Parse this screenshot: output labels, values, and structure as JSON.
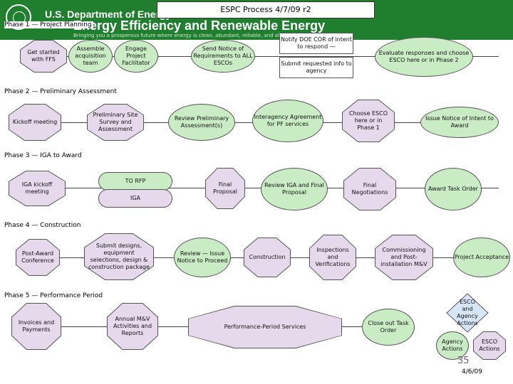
{
  "title": "ESPC Process  4/7/09 r2",
  "banner": {
    "doe": "U.S. Department of Energy",
    "eere": "Energy Efficiency and Renewable Energy",
    "tagline": "Bringing you a prosperous future where energy is clean, abundant, reliable, and affordable"
  },
  "phases": {
    "p1": "Phase 1 — Project Planning",
    "p2": "Phase 2 — Preliminary Assessment",
    "p3": "Phase 3 — IGA to Award",
    "p4": "Phase 4 — Construction",
    "p5": "Phase 5 — Performance Period"
  },
  "nodes": {
    "get_started": "Get started with FFS",
    "assemble_team": "Assemble acquisition team",
    "engage_facilitator": "Engage Project Facilitator",
    "send_notice": "Send Notice of Requirements to ALL ESCOs",
    "notify_doe": "Notify DOE COR of intent to respond —",
    "submit_info": "Submit requested info to agency",
    "evaluate": "Evaluate responses and choose ESCO here or in Phase 2",
    "kickoff": "Kickoff meeting",
    "prelim_site": "Preliminary Site Survey and Assessment",
    "review_prelim": "Review Preliminary Assessment(s)",
    "interagency": "Interagency Agreement for PF services",
    "choose_esco": "Choose ESCO here or in Phase 1",
    "issue_notice_award": "Issue Notice of Intent to Award",
    "iga_kickoff": "IGA kickoff meeting",
    "to_rfp": "TO RFP",
    "iga": "IGA",
    "final_proposal": "Final Proposal",
    "review_iga": "Review IGA and Final Proposal",
    "final_negotiations": "Final Negotiations",
    "award_task_order": "Award Task Order",
    "post_award": "Post-Award Conference",
    "submit_designs": "Submit designs, equipment selections, design & construction package",
    "review_issue_notice": "Review — Issue Notice to Proceed",
    "construction": "Construction",
    "inspections": "Inspections and Verifications",
    "commissioning": "Commissioning and Post-installation M&V",
    "project_acceptance": "Project Acceptance",
    "invoices": "Invoices and Payments",
    "annual_mv": "Annual M&V Activities and Reports",
    "performance_services": "Performance-Period Services",
    "close_out": "Close out Task Order",
    "esco_agency_actions": "ESCO and Agency Actions",
    "agency_actions": "Agency Actions",
    "esco_actions": "ESCO Actions"
  },
  "footer": {
    "page_number": "35",
    "date": "4/6/09"
  },
  "colors": {
    "esco_node": "#e6d9ec",
    "agency_node": "#c9ecc4",
    "banner": "#1f7f2e"
  }
}
